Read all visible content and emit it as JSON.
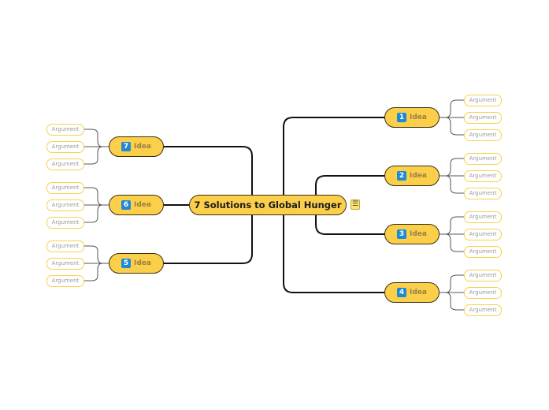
{
  "central": {
    "title": "7 Solutions to Global Hunger",
    "note_icon": "☰"
  },
  "ideas": [
    {
      "num": "1",
      "label": "Idea",
      "args": [
        "Argument",
        "Argument",
        "Argument"
      ]
    },
    {
      "num": "2",
      "label": "Idea",
      "args": [
        "Argument",
        "Argument",
        "Argument"
      ]
    },
    {
      "num": "3",
      "label": "Idea",
      "args": [
        "Argument",
        "Argument",
        "Argument"
      ]
    },
    {
      "num": "4",
      "label": "Idea",
      "args": [
        "Argument",
        "Argument",
        "Argument"
      ]
    },
    {
      "num": "5",
      "label": "Idea",
      "args": [
        "Argument",
        "Argument",
        "Argument"
      ]
    },
    {
      "num": "6",
      "label": "Idea",
      "args": [
        "Argument",
        "Argument",
        "Argument"
      ]
    },
    {
      "num": "7",
      "label": "Idea",
      "args": [
        "Argument",
        "Argument",
        "Argument"
      ]
    }
  ],
  "colors": {
    "node_fill": "#fccf4a",
    "node_border": "#3a2f10",
    "badge": "#1e8ad6",
    "argument_border": "#f8d14a"
  }
}
